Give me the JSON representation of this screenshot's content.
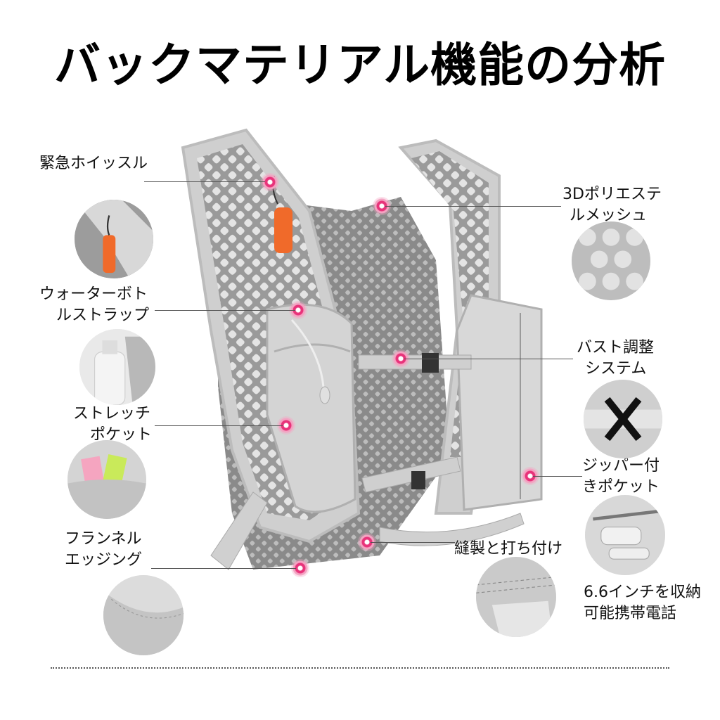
{
  "title": "バックマテリアル機能の分析",
  "labels": {
    "whistle": "緊急ホイッスル",
    "bottle_strap_1": "ウォーターボト",
    "bottle_strap_2": "ルストラップ",
    "stretch_pocket_1": "ストレッチ",
    "stretch_pocket_2": "ポケット",
    "flannel_1": "フランネル",
    "flannel_2": "エッジング",
    "mesh_1": "3Dポリエステ",
    "mesh_2": "ルメッシュ",
    "bust_1": "バスト調整",
    "bust_2": "システム",
    "zipper_1": "ジッパー付",
    "zipper_2": "きポケット",
    "stitch": "縫製と打ち付け",
    "phone_1": "6.6インチを収納",
    "phone_2": "可能携帯電話"
  },
  "colors": {
    "accent": "#e8337a",
    "whistle": "#f06a2a",
    "fabric": "#c9c9c9"
  }
}
